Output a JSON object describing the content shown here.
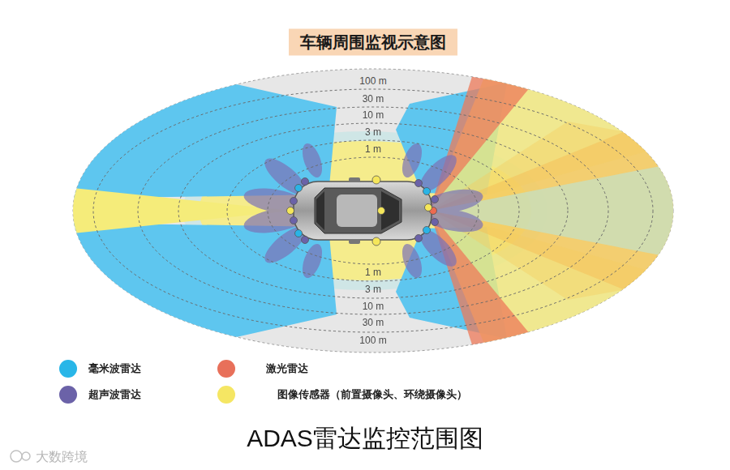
{
  "diagram": {
    "title": "车辆周围监视示意图",
    "caption": "ADAS雷达监控范围图",
    "labels": [
      "100 m",
      "30 m",
      "10 m",
      "3 m",
      "1 m",
      "1 m",
      "3 m",
      "10 m",
      "30 m",
      "100 m",
      "大数跨境"
    ],
    "legend": [
      {
        "text": "毫米波雷达",
        "color": "#29b6e8"
      },
      {
        "text": "激光雷达",
        "color": "#e8705a"
      },
      {
        "text": "超声波雷达",
        "color": "#6b62a8"
      },
      {
        "text": "图像传感器（前置摄像头、环绕摄像头）",
        "color": "#f5e663"
      }
    ]
  }
}
